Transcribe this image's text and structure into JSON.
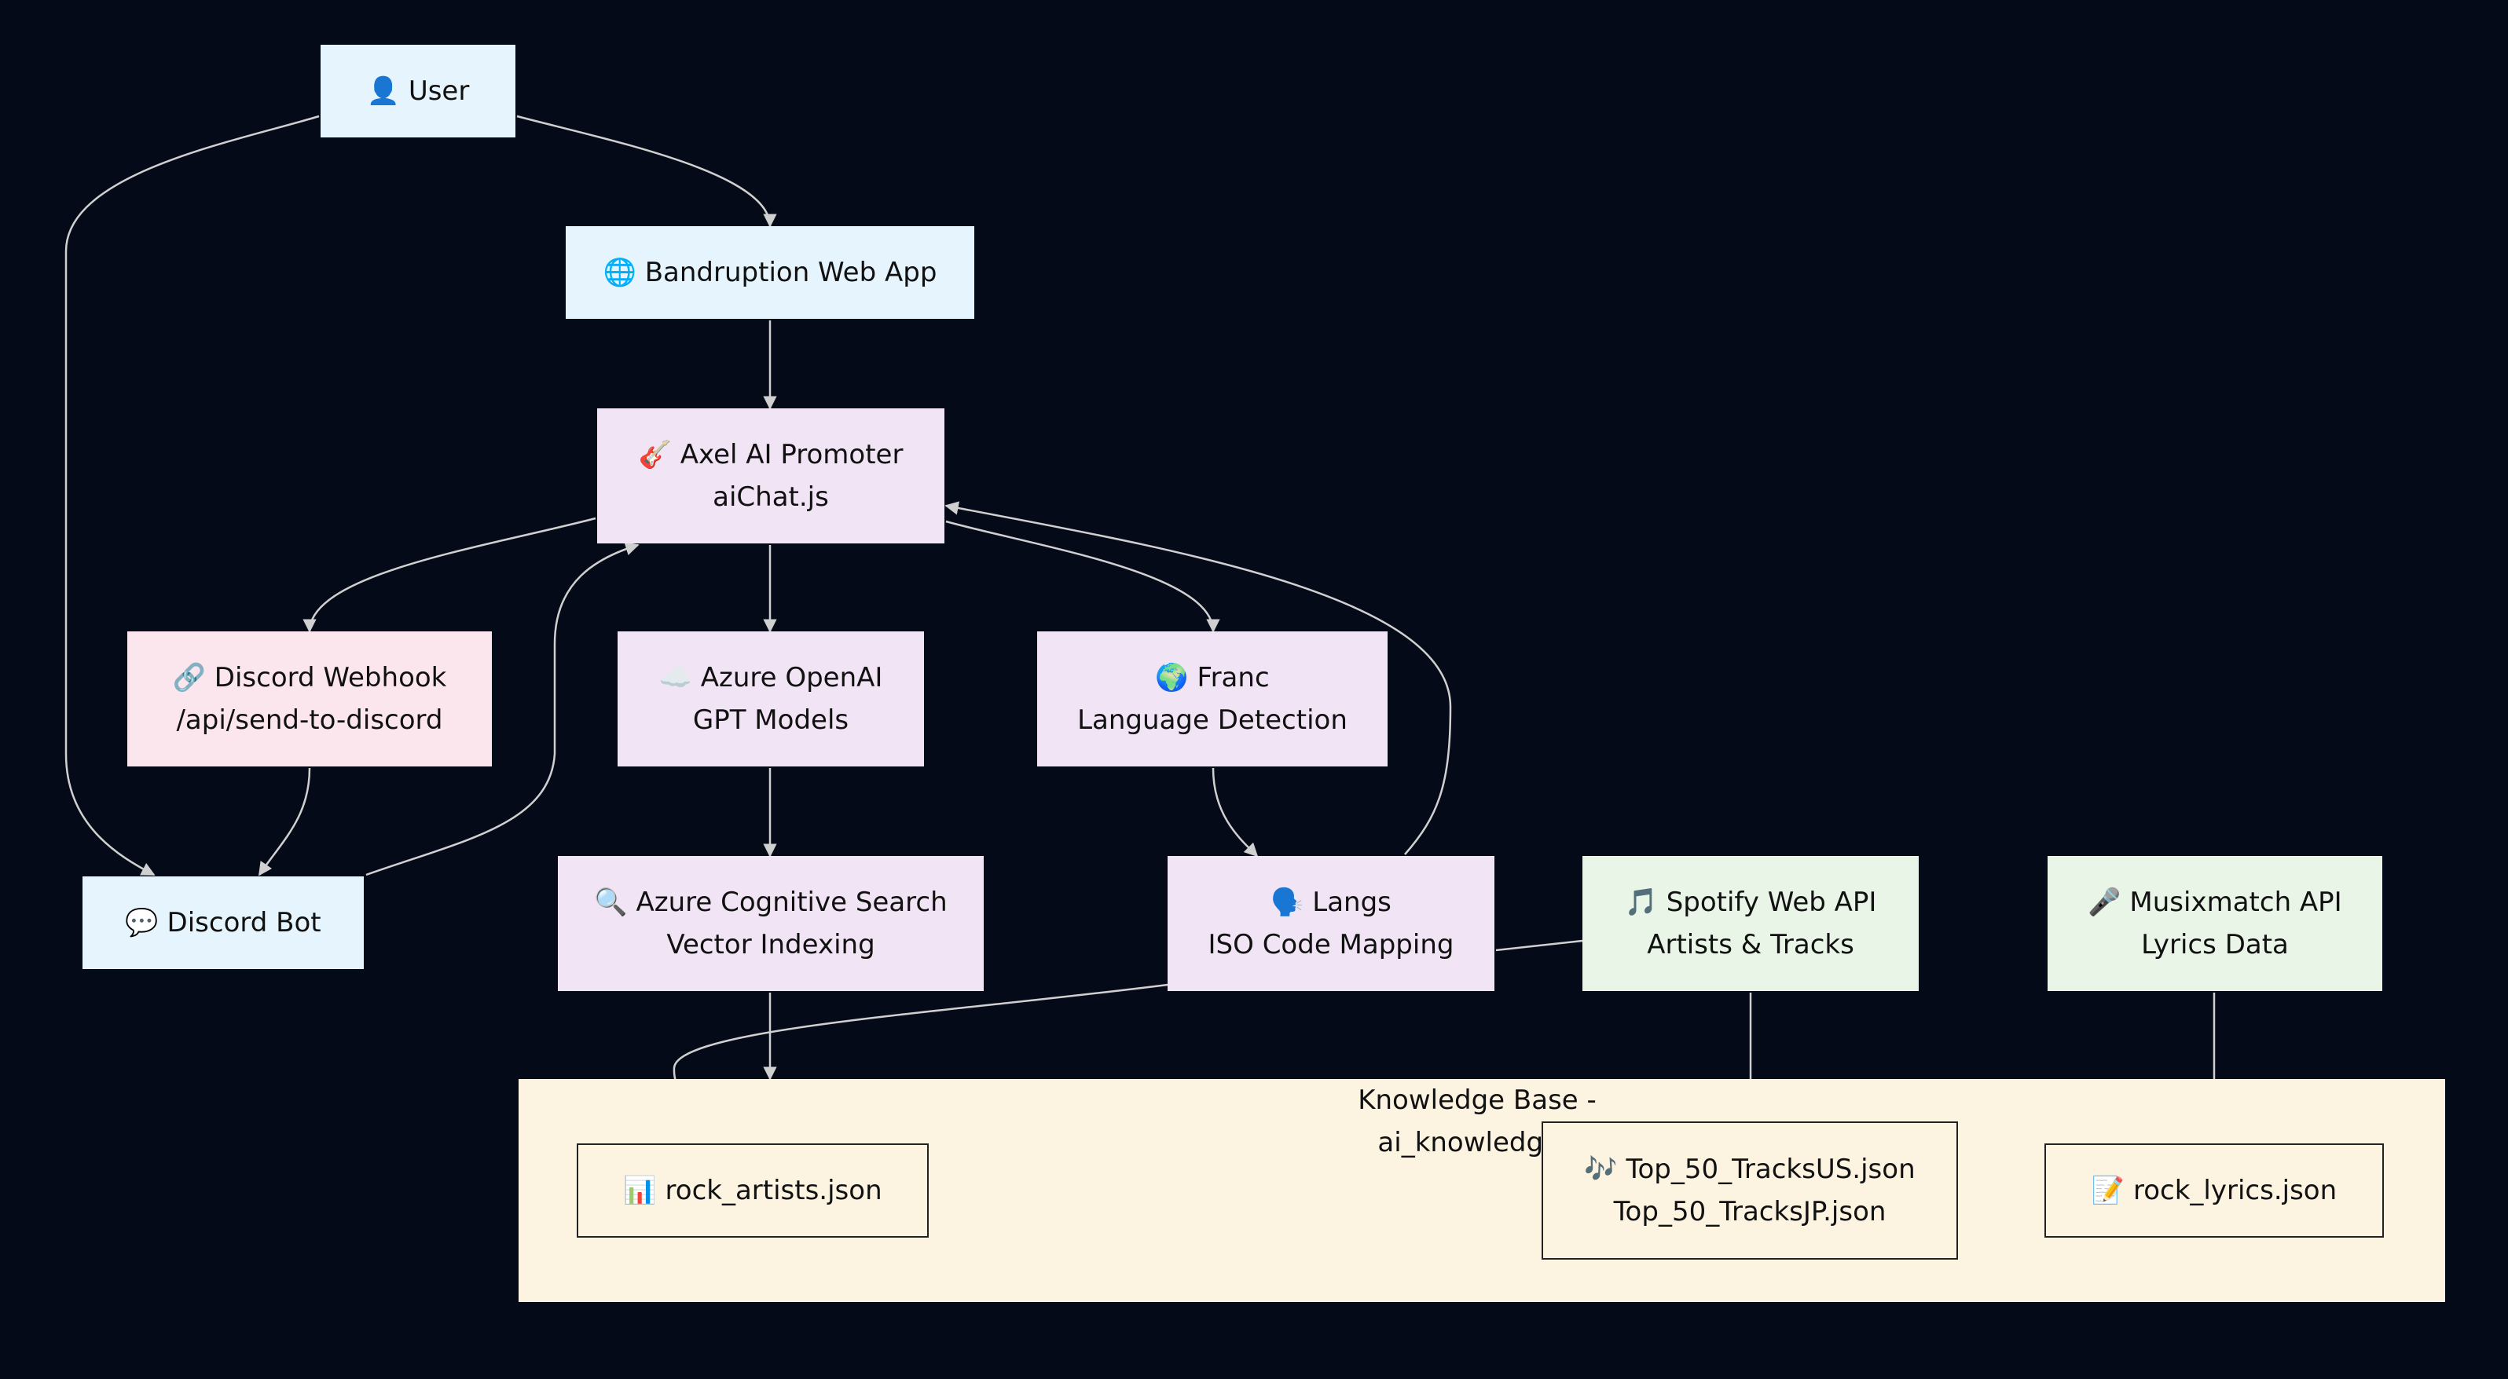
{
  "colors": {
    "background": "#050a18",
    "user": "#e6f5fd",
    "ai": "#f1e5f5",
    "webhook": "#fce6ee",
    "external_api": "#e9f6e7",
    "knowledge_base": "#fdf3e1",
    "edge": "#d0d0d0"
  },
  "nodes": {
    "user": {
      "icon": "👤",
      "lines": [
        "User"
      ]
    },
    "webapp": {
      "icon": "🌐",
      "lines": [
        "Bandruption Web App"
      ]
    },
    "axel": {
      "icon": "🎸",
      "lines": [
        "Axel AI Promoter",
        "aiChat.js"
      ]
    },
    "webhook": {
      "icon": "🔗",
      "lines": [
        "Discord Webhook",
        "/api/send-to-discord"
      ]
    },
    "openai": {
      "icon": "☁️",
      "lines": [
        "Azure OpenAI",
        "GPT Models"
      ]
    },
    "franc": {
      "icon": "🌍",
      "lines": [
        "Franc",
        "Language Detection"
      ]
    },
    "discord_bot": {
      "icon": "💬",
      "lines": [
        "Discord Bot"
      ]
    },
    "cognitive_search": {
      "icon": "🔍",
      "lines": [
        "Azure Cognitive Search",
        "Vector Indexing"
      ]
    },
    "langs": {
      "icon": "🗣️",
      "lines": [
        "Langs",
        "ISO Code Mapping"
      ]
    },
    "spotify": {
      "icon": "🎵",
      "lines": [
        "Spotify Web API",
        "Artists & Tracks"
      ]
    },
    "musixmatch": {
      "icon": "🎤",
      "lines": [
        "Musixmatch API",
        "Lyrics Data"
      ]
    },
    "rock_artists": {
      "icon": "📊",
      "lines": [
        "rock_artists.json"
      ]
    },
    "top_tracks": {
      "icon": "🎶",
      "lines": [
        "Top_50_TracksUS.json",
        "Top_50_TracksJP.json"
      ]
    },
    "rock_lyrics": {
      "icon": "📝",
      "lines": [
        "rock_lyrics.json"
      ]
    }
  },
  "knowledge_base": {
    "title_lines": [
      "Knowledge Base -",
      "ai_knowledgeb"
    ]
  }
}
